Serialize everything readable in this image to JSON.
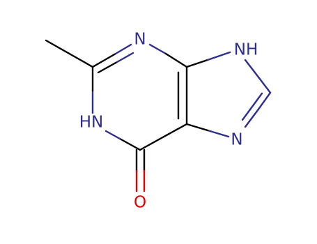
{
  "diagram": {
    "type": "chemical-structure",
    "atoms": {
      "n_top": "N",
      "nh_top_right": "NH",
      "hn_left": "HN",
      "n_right": "N",
      "o_bottom": "O"
    },
    "colors": {
      "bond": "#000000",
      "nitrogen": "#2e2e8f",
      "oxygen": "#e00000",
      "background": "#ffffff"
    }
  }
}
